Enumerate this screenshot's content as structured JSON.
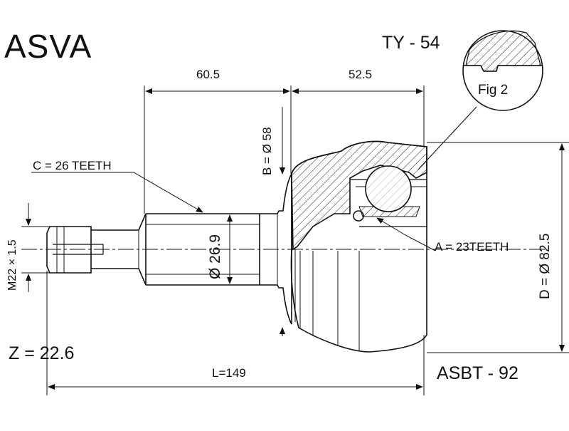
{
  "header": {
    "brand": "ASVA",
    "part_number": "TY - 54"
  },
  "footer": {
    "code": "ASBT - 92",
    "z": "Z = 22.6"
  },
  "dimensions": {
    "shaft_length": "60.5",
    "housing_length": "52.5",
    "total_length": "L=149",
    "b_diameter": "B = Ø 58",
    "shaft_diameter": "Ø 26.9",
    "d_diameter": "D = Ø 82.5",
    "thread": "M22 × 1.5",
    "c_teeth": "C = 26 TEETH",
    "a_teeth": "A = 23TEETH"
  },
  "figure_label": "Fig 2",
  "colors": {
    "line": "#111111",
    "background": "#ffffff"
  }
}
